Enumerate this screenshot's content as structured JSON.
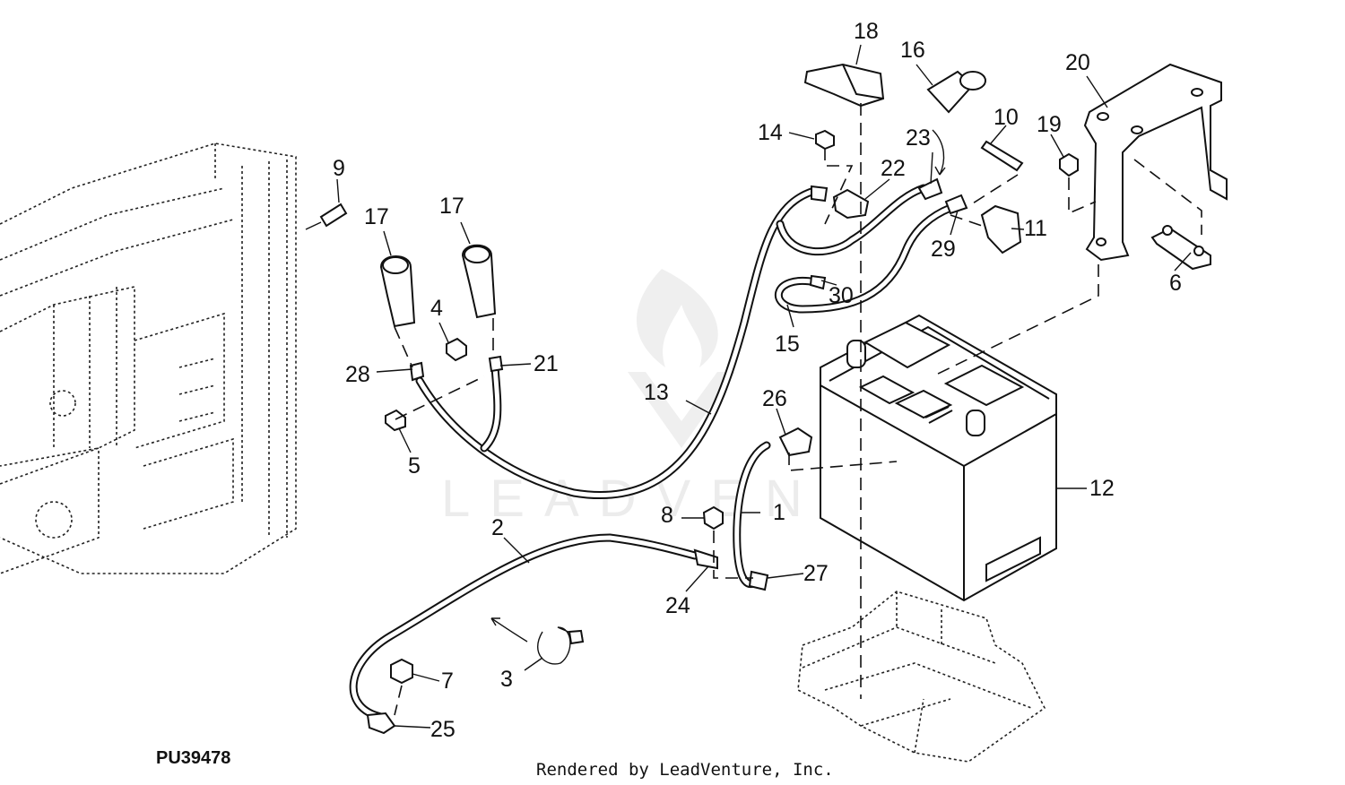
{
  "diagram": {
    "figure_id": "PU39478",
    "credit": "Rendered by LeadVenture, Inc.",
    "watermark": "LEADVENTURE",
    "callouts": [
      {
        "id": "c1",
        "label": "1"
      },
      {
        "id": "c2",
        "label": "2"
      },
      {
        "id": "c3",
        "label": "3"
      },
      {
        "id": "c4",
        "label": "4"
      },
      {
        "id": "c5",
        "label": "5"
      },
      {
        "id": "c6",
        "label": "6"
      },
      {
        "id": "c7",
        "label": "7"
      },
      {
        "id": "c8",
        "label": "8"
      },
      {
        "id": "c9",
        "label": "9"
      },
      {
        "id": "c10",
        "label": "10"
      },
      {
        "id": "c11",
        "label": "11"
      },
      {
        "id": "c12",
        "label": "12"
      },
      {
        "id": "c13",
        "label": "13"
      },
      {
        "id": "c14",
        "label": "14"
      },
      {
        "id": "c15",
        "label": "15"
      },
      {
        "id": "c16",
        "label": "16"
      },
      {
        "id": "c17a",
        "label": "17"
      },
      {
        "id": "c17b",
        "label": "17"
      },
      {
        "id": "c18",
        "label": "18"
      },
      {
        "id": "c19",
        "label": "19"
      },
      {
        "id": "c20",
        "label": "20"
      },
      {
        "id": "c21",
        "label": "21"
      },
      {
        "id": "c22",
        "label": "22"
      },
      {
        "id": "c23",
        "label": "23"
      },
      {
        "id": "c24",
        "label": "24"
      },
      {
        "id": "c25",
        "label": "25"
      },
      {
        "id": "c26",
        "label": "26"
      },
      {
        "id": "c27",
        "label": "27"
      },
      {
        "id": "c28",
        "label": "28"
      },
      {
        "id": "c29",
        "label": "29"
      },
      {
        "id": "c30",
        "label": "30"
      }
    ]
  }
}
